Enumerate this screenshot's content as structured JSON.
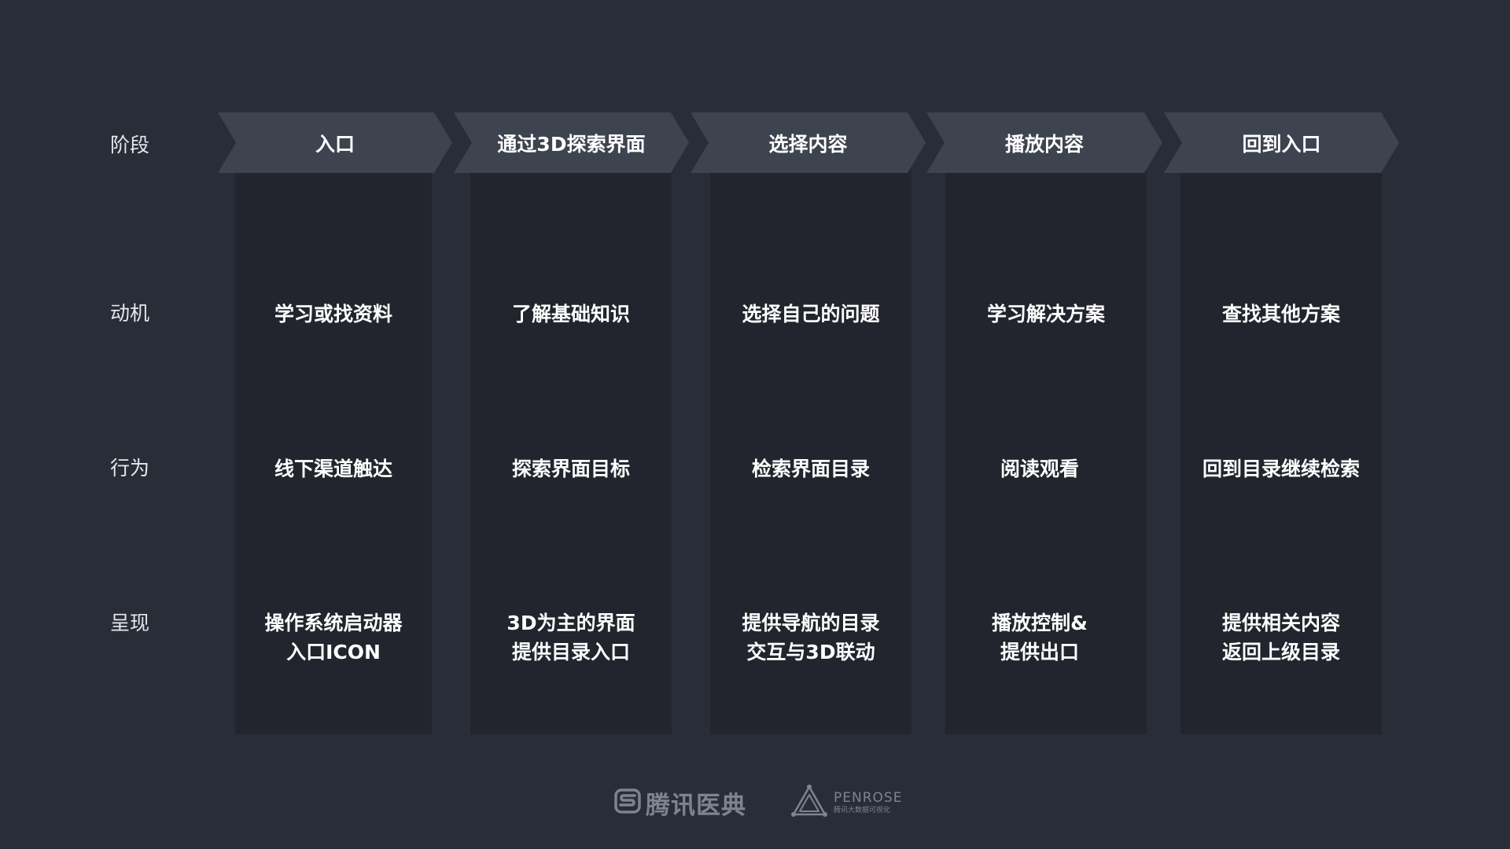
{
  "row_labels": {
    "stage": "阶段",
    "motivation": "动机",
    "behavior": "行为",
    "presentation": "呈现"
  },
  "columns": [
    {
      "stage": "入口",
      "motivation": "学习或找资料",
      "behavior": "线下渠道触达",
      "presentation": [
        "操作系统启动器",
        "入口ICON"
      ]
    },
    {
      "stage": "通过3D探索界面",
      "motivation": "了解基础知识",
      "behavior": "探索界面目标",
      "presentation": [
        "3D为主的界面",
        "提供目录入口"
      ]
    },
    {
      "stage": "选择内容",
      "motivation": "选择自己的问题",
      "behavior": "检索界面目录",
      "presentation": [
        "提供导航的目录",
        "交互与3D联动"
      ]
    },
    {
      "stage": "播放内容",
      "motivation": "学习解决方案",
      "behavior": "阅读观看",
      "presentation": [
        "播放控制&",
        "提供出口"
      ]
    },
    {
      "stage": "回到入口",
      "motivation": "查找其他方案",
      "behavior": "回到目录继续检索",
      "presentation": [
        "提供相关内容",
        "返回上级目录"
      ]
    }
  ],
  "footer": {
    "tencent_brand": "腾讯医典",
    "penrose_title": "PENROSE",
    "penrose_subtitle": "腾讯大数据可视化"
  },
  "colors": {
    "background": "#292d37",
    "column": "#22252d",
    "chevron": "#3e4350",
    "logo": "#7e838e"
  }
}
